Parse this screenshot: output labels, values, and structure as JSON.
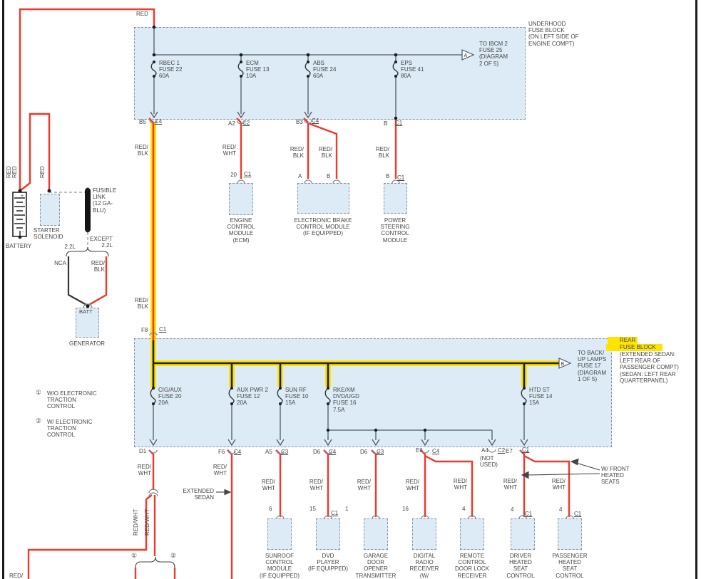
{
  "feed": {
    "red": "RED"
  },
  "battery_area": {
    "red_v1": "RED",
    "red_v2": "RED",
    "red_v3": "RED",
    "battery": "BATTERY",
    "plus": "+",
    "minus": "-",
    "starter_solenoid": "STARTER\nSOLENOID",
    "fusible_link": "FUSIBLE\nLINK\n(12 GA-\nBLU)",
    "engine_22l": "2.2L",
    "except_22l": "EXCEPT\n2.2L",
    "nca": "NCA",
    "red_blk": "RED/\nBLK",
    "batt_pin": "BATT",
    "generator": "GENERATOR"
  },
  "underhood_block": {
    "title": "UNDERHOOD\nFUSE BLOCK\n(ON LEFT SIDE OF\nENGINE COMPT)",
    "fuses": [
      {
        "label": "RBEC 1\nFUSE 22\n60A"
      },
      {
        "label": "ECM\nFUSE 13\n10A"
      },
      {
        "label": "ABS\nFUSE 24\n60A"
      },
      {
        "label": "EPS\nFUSE 41\n80A"
      }
    ],
    "arrow_ref": "A",
    "to_ibcm": "TO IBCM 2\nFUSE 25\n(DIAGRAM\n2 OF 5)",
    "exits": [
      {
        "pin": "B5",
        "conn": "C4"
      },
      {
        "pin": "A2",
        "conn": "C2"
      },
      {
        "pin": "B3",
        "conn": "C4"
      },
      {
        "pin": "B",
        "conn": "C1"
      }
    ]
  },
  "wires": {
    "red_blk": "RED/\nBLK",
    "red_wht": "RED/\nWHT",
    "red_wht_vert": "RED/WHT",
    "red_cut": "RED/"
  },
  "mid_modules": {
    "ecm": {
      "pin": "20",
      "conn": "C1",
      "label": "ENGINE\nCONTROL\nMODULE\n(ECM)"
    },
    "ebcm": {
      "pin_a": "A",
      "pin_b": "B",
      "label": "ELECTRONIC BRAKE\nCONTROL MODULE\n(IF EQUIPPED)"
    },
    "pscm": {
      "pin": "B",
      "conn": "C1",
      "label": "POWER\nSTEERING\nCONTROL\nMODULE"
    }
  },
  "generator_feed": {
    "f8": "F8",
    "conn": "C1"
  },
  "notes": {
    "n1_sym": "①",
    "n1": "W/O ELECTRONIC\nTRACTION\nCONTROL",
    "n2_sym": "②",
    "n2": "W/ ELECTRONIC\nTRACTION\nCONTROL"
  },
  "rear_block": {
    "title_line1": "REAR",
    "title_line2": "FUSE BLOCK",
    "title_rest": "(EXTENDED SEDAN:\nLEFT REAR OF\nPASSENGER COMPT)\n(SEDAN: LEFT REAR\nQUARTERPANEL)",
    "fuses": [
      {
        "label": "CIG/AUX\nFUSE 20\n20A"
      },
      {
        "label": "AUX PWR 2\nFUSE 12\n20A"
      },
      {
        "label": "SUN RF\nFUSE 10\n15A"
      },
      {
        "label": "RKE/XM\nDVD/UGD\nFUSE 16\n7.5A"
      },
      {
        "label": "HTD ST\nFUSE 14\n15A"
      }
    ],
    "arrow_ref": "B",
    "to_backup": "TO BACK/\nUP LAMPS\nFUSE 17\n(DIAGRAM\n1 OF 5)",
    "exits": [
      {
        "pin": "D1"
      },
      {
        "pin": "F6",
        "conn": "C4"
      },
      {
        "pin": "A5",
        "conn": "C3"
      },
      {
        "pin": "D6",
        "conn": "C4"
      },
      {
        "pin": "D6",
        "conn": "C3"
      },
      {
        "pin": "E6",
        "conn": "C4"
      },
      {
        "pin": "A4",
        "conn": "C2"
      },
      {
        "pin": "E7",
        "conn": "C1"
      }
    ],
    "not_used": "(NOT\nUSED)"
  },
  "annotations": {
    "extended_sedan": "EXTENDED\nSEDAN",
    "front_heated": "W/ FRONT\nHEATED\nSEATS",
    "n1_sym": "①",
    "n2_sym": "②"
  },
  "bottom_modules": [
    {
      "pin": "6",
      "label": "SUNROOF\nCONTROL\nMODULE\n(IF EQUIPPED)"
    },
    {
      "pin": "15",
      "conn": "C1",
      "label": "DVD\nPLAYER\n(IF EQUIPPED)"
    },
    {
      "pin": "1",
      "label": "GARAGE\nDOOR\nOPENER\nTRANSMITTER"
    },
    {
      "pin": "16",
      "label": "DIGITAL\nRADIO\nRECEIVER\n(W/"
    },
    {
      "pin": "4",
      "label": "REMOTE\nCONTROL\nDOOR LOCK\nRECEIVER"
    },
    {
      "pin": "4",
      "conn": "C1",
      "label": "DRIVER\nHEATED\nSEAT\nCONTROL"
    },
    {
      "pin": "4",
      "conn": "C1",
      "label": "PASSENGER\nHEATED\nSEAT\nCONTROL"
    }
  ]
}
